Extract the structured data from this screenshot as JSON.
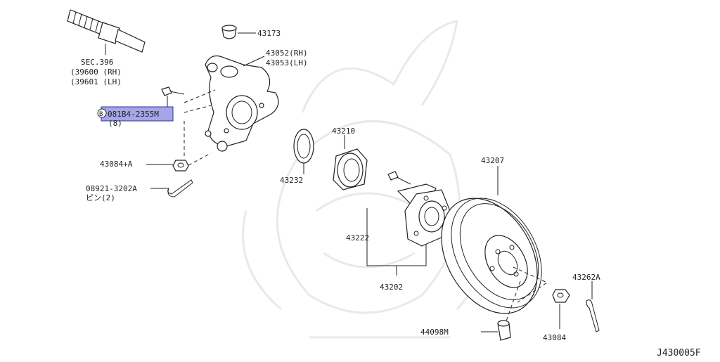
{
  "diagram_id": "J430005F",
  "labels": {
    "sec396_line1": "SEC.396",
    "sec396_line2": "(39600 (RH)",
    "sec396_line3": "(39601 (LH)",
    "p43173": "43173",
    "p43052_line1": "43052(RH)",
    "p43053_line2": "43053(LH)",
    "bolt_number": "081B4-2355M",
    "bolt_qty": "(8)",
    "bolt_prefix": "B",
    "p43084A": "43084+A",
    "pin_number": "08921-3202A",
    "pin_qty": "ピン(2)",
    "p43232": "43232",
    "p43210": "43210",
    "p43207": "43207",
    "p43222": "43222",
    "p43202": "43202",
    "p43262A": "43262A",
    "p44098M": "44098M",
    "p43084": "43084"
  },
  "colors": {
    "line": "#222222",
    "highlight_fill": "#5b5bd6",
    "highlight_stroke": "#3030a0",
    "watermark": "#e9e9e9"
  }
}
